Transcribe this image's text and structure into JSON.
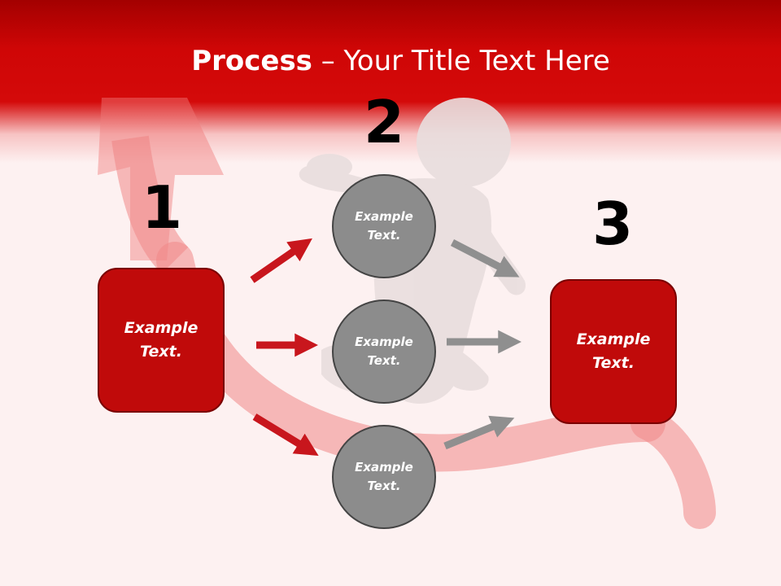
{
  "title": {
    "bold": "Process",
    "rest": " – Your Title Text Here"
  },
  "steps": [
    {
      "number": "1",
      "text": "Example\nText."
    },
    {
      "number": "2"
    },
    {
      "number": "3",
      "text": "Example\nText."
    }
  ],
  "circles": [
    {
      "text": "Example\nText."
    },
    {
      "text": "Example\nText."
    },
    {
      "text": "Example\nText."
    }
  ],
  "colors": {
    "header": "#d40a0a",
    "box": "#c00a0a",
    "circle": "#8c8c8c",
    "red_arrow": "#c8161d",
    "gray_arrow": "#8f8f8f"
  }
}
